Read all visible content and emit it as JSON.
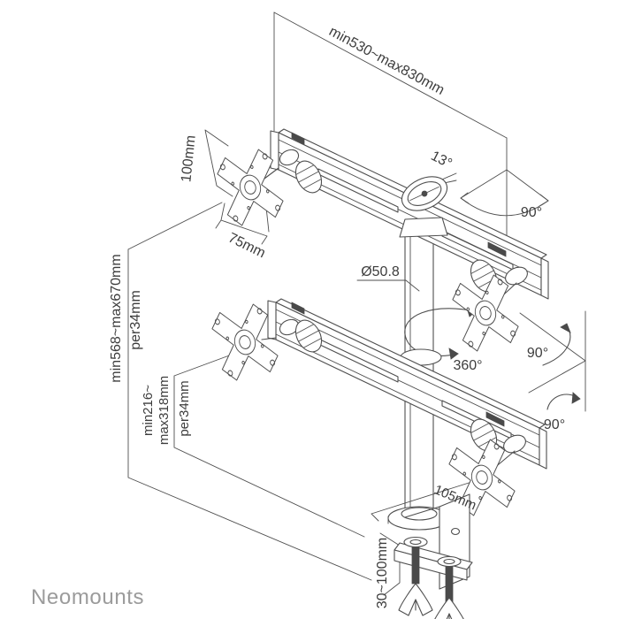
{
  "brand": {
    "name": "Neomounts"
  },
  "colors": {
    "line": "#4f4f4f",
    "label_text": "#3d3d3d",
    "brand_text": "#9b9b9b",
    "background": "#ffffff"
  },
  "labels": {
    "arm_span": "min530~max830mm",
    "vesa_height": "100mm",
    "vesa_width": "75mm",
    "tilt_angle": "13°",
    "swivel_angle": "90°",
    "pole_diameter": "Ø50.8",
    "pole_rotation": "360°",
    "upper_height_range": "min568~max670mm",
    "upper_height_step": "per34mm",
    "lower_height_range_line1": "min216~",
    "lower_height_range_line2": "max318mm",
    "lower_height_step": "per34mm",
    "rotation_upper": "90°",
    "rotation_lower": "90°",
    "clamp_depth": "105mm",
    "clamp_range": "30~100mm"
  }
}
